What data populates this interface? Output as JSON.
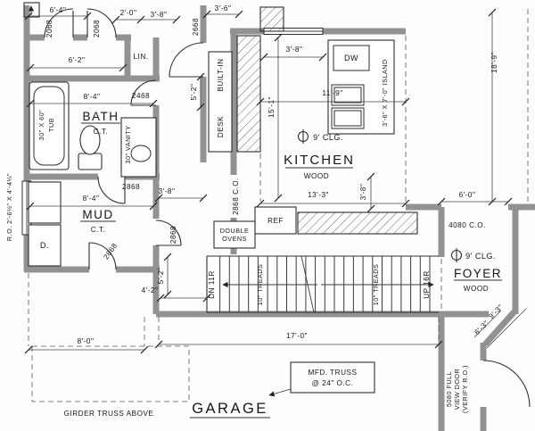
{
  "rooms": {
    "bath": {
      "label": "BATH",
      "floor": "C.T."
    },
    "mud": {
      "label": "MUD",
      "floor": "C.T."
    },
    "kitchen": {
      "label": "KITCHEN",
      "floor": "WOOD",
      "ceiling": "9' CLG."
    },
    "foyer": {
      "label": "FOYER",
      "floor": "WOOD",
      "ceiling": "9' CLG."
    },
    "garage": {
      "label": "GARAGE"
    }
  },
  "fixtures": {
    "tub_size": "30\" X 60\"",
    "tub": "TUB",
    "vanity": "30\" VANITY",
    "linen": "LIN.",
    "dryer": "D.",
    "built_in": "BUILT-IN",
    "desk": "DESK",
    "dishwasher": "DW",
    "refrigerator": "REF",
    "ovens_line1": "DOUBLE",
    "ovens_line2": "OVENS",
    "island": "3'-6\" X 7'-0\" ISLAND"
  },
  "stairs": {
    "down": "DN 11R",
    "up": "UP 16R",
    "treads_lower": "10\" TREADS",
    "treads_upper": "10\" TREADS"
  },
  "doors": {
    "d2068_left": "2068",
    "d2068_right": "2068",
    "d2468_bath": "2468",
    "d2668_hall": "2668",
    "d2868_mud": "2868",
    "d2868_hall": "2868",
    "d2868_garage": "2868",
    "co_kitchen": "2868 C.O.",
    "co_foyer": "4080 C.O.",
    "full_view_line1": "5080 FULL",
    "full_view_line2": "VIEW DOOR",
    "full_view_line3": "(VERIFY R.O.)",
    "window_ro": "R.O. 2'-6½\" X 4'-4¼\""
  },
  "dimensions": {
    "top_left": "6'-4\"",
    "top_mid_a": "2'-0\"",
    "top_mid_b": "3'-8\"",
    "top_right": "3'-6\"",
    "closet": "6'-2\"",
    "bath_width": "8'-4\"",
    "mud_width": "8'-4\"",
    "hall_width": "5'-2\"",
    "hall_opening": "3'-8\"",
    "kitchen_window": "3'-8\"",
    "kitchen_depth": "15'-1\"",
    "kitchen_width": "11'-9\"",
    "counter_run": "13'-3\"",
    "counter_gap": "3'-8\"",
    "right_side": "18'-9\"",
    "foyer_width": "6'-0\"",
    "stair_run": "17'-0\"",
    "garage_left": "8'-0\"",
    "landing_depth": "5'-2\"",
    "landing_width": "4'-2\"",
    "angle_a": "9'-3\"",
    "angle_b": "6'-3\""
  },
  "notes": {
    "truss_line1": "MFD. TRUSS",
    "truss_line2": "@ 24\" O.C.",
    "girder": "GIRDER TRUSS ABOVE"
  }
}
